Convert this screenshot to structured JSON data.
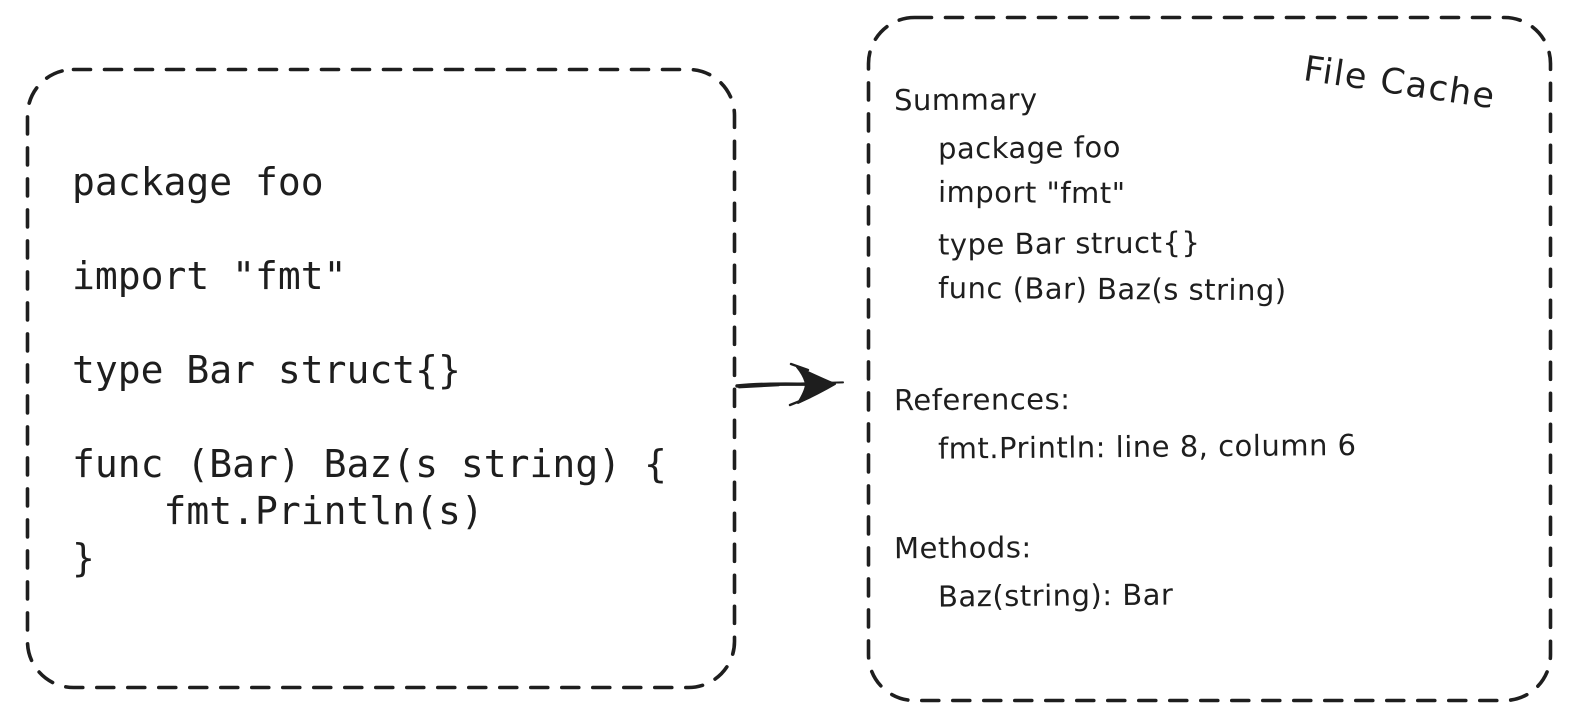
{
  "diagram": {
    "left_panel": {
      "code_text": "package foo\n\nimport \"fmt\"\n\ntype Bar struct{}\n\nfunc (Bar) Baz(s string) {\n    fmt.Println(s)\n}"
    },
    "right_panel": {
      "title": "File Cache",
      "sections": [
        {
          "heading": "Summary",
          "items": [
            "package foo",
            "import \"fmt\"",
            "type Bar struct{}",
            "func (Bar) Baz(s string)"
          ]
        },
        {
          "heading": "References:",
          "items": [
            "fmt.Println: line 8, column 6"
          ]
        },
        {
          "heading": "Methods:",
          "items": [
            "Baz(string): Bar"
          ]
        }
      ]
    },
    "colors": {
      "ink": "#1e1e1e",
      "background": "#ffffff"
    }
  }
}
